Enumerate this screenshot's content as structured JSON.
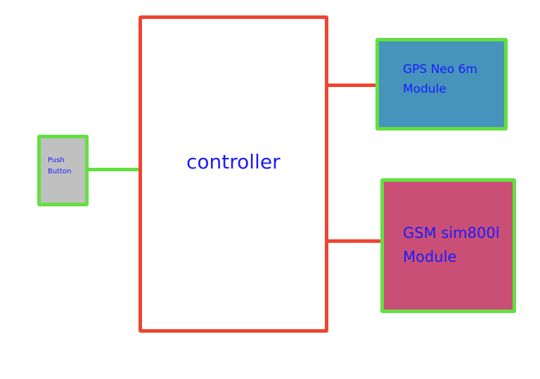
{
  "diagram": {
    "controller": {
      "label": "controller"
    },
    "push_button": {
      "line1": "Push",
      "line2": "Button"
    },
    "gps": {
      "line1": "GPS Neo 6m",
      "line2": "Module"
    },
    "gsm": {
      "line1": "GSM sim800l",
      "line2": "Module"
    }
  },
  "colors": {
    "controller_border": "#ee4430",
    "module_border": "#63e040",
    "push_fill": "#c0c0c0",
    "gps_fill": "#4693bc",
    "gsm_fill": "#c94f77",
    "text": "#1a1aff"
  }
}
